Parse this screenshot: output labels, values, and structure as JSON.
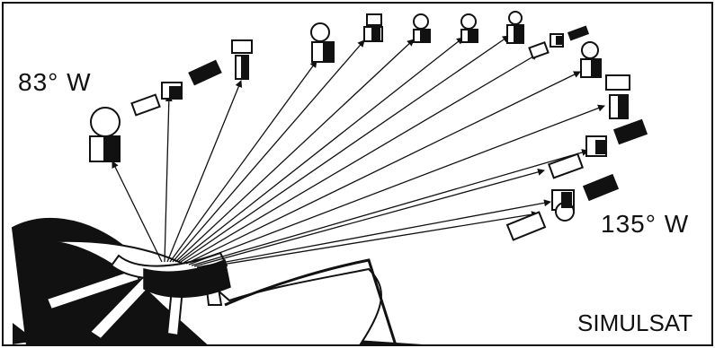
{
  "labels": {
    "west_start": "83° W",
    "west_end": "135° W",
    "brand": "SIMULSAT"
  },
  "colors": {
    "ink": "#111111",
    "background": "#ffffff",
    "dark_fill": "#1a1a1a"
  },
  "icons": {
    "satellite": "satellite-icon",
    "antenna": "antenna-dish-icon"
  }
}
